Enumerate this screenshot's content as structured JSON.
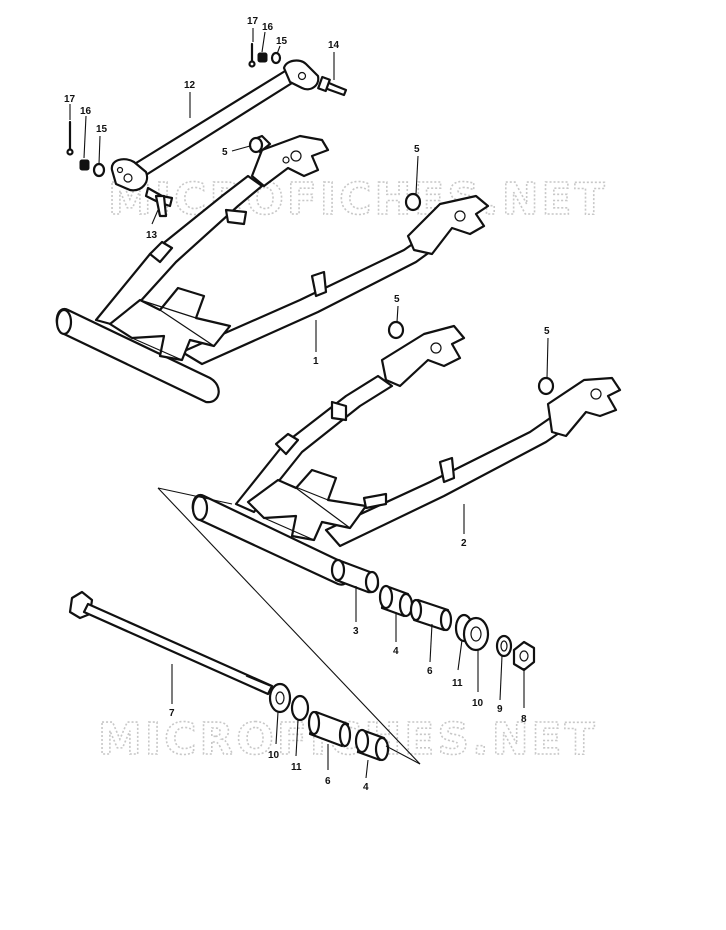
{
  "watermarks": [
    "MICROFICHES.NET",
    "MICROFICHES.NET"
  ],
  "callouts": {
    "c17a": "17",
    "c16a": "16",
    "c15a": "15",
    "c14": "14",
    "c12": "12",
    "c17b": "17",
    "c16b": "16",
    "c15b": "15",
    "c13": "13",
    "c5a": "5",
    "c5b": "5",
    "c5c": "5",
    "c5d": "5",
    "c1": "1",
    "c2": "2",
    "c3": "3",
    "c4a": "4",
    "c6a": "6",
    "c11a": "11",
    "c10a": "10",
    "c9": "9",
    "c8": "8",
    "c7": "7",
    "c10b": "10",
    "c11b": "11",
    "c6b": "6",
    "c4b": "4"
  }
}
